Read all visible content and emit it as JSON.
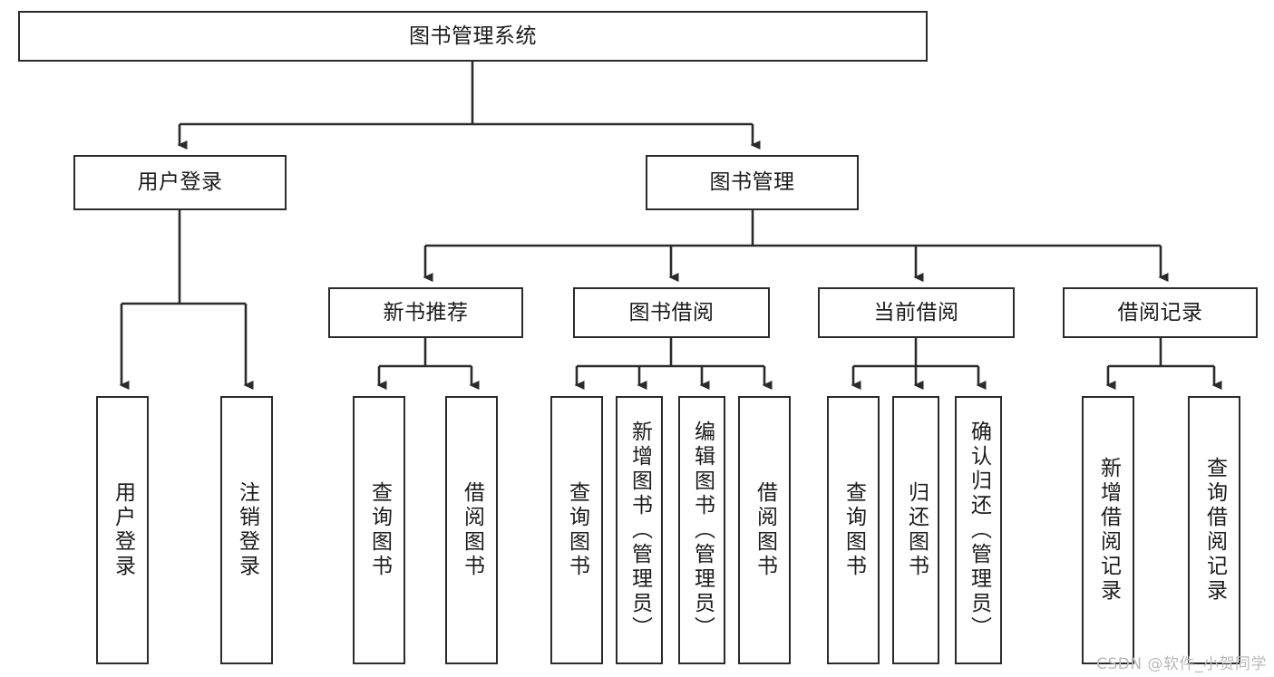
{
  "diagram": {
    "title": "图书管理系统",
    "root": {
      "label": "图书管理系统"
    },
    "level2": [
      {
        "label": "用户登录"
      },
      {
        "label": "图书管理"
      }
    ],
    "level3": [
      {
        "label": "新书推荐"
      },
      {
        "label": "图书借阅"
      },
      {
        "label": "当前借阅"
      },
      {
        "label": "借阅记录"
      }
    ],
    "leaves": {
      "user_login": [
        {
          "label": "用户登录"
        },
        {
          "label": "注销登录"
        }
      ],
      "new_book_recommend": [
        {
          "label": "查询图书"
        },
        {
          "label": "借阅图书"
        }
      ],
      "book_borrow": [
        {
          "label": "查询图书"
        },
        {
          "label": "新增图书（管理员）"
        },
        {
          "label": "编辑图书（管理员）"
        },
        {
          "label": "借阅图书"
        }
      ],
      "current_borrow": [
        {
          "label": "查询图书"
        },
        {
          "label": "归还图书"
        },
        {
          "label": "确认归还（管理员）"
        }
      ],
      "borrow_record": [
        {
          "label": "新增借阅记录"
        },
        {
          "label": "查询借阅记录"
        }
      ]
    }
  },
  "watermark": {
    "text": "CSDN @软件_小贺同学"
  },
  "colors": {
    "stroke": "#2b2b2b",
    "box_fill": "#ffffff",
    "text": "#1b1b1b",
    "watermark": "#b9b9b9"
  }
}
